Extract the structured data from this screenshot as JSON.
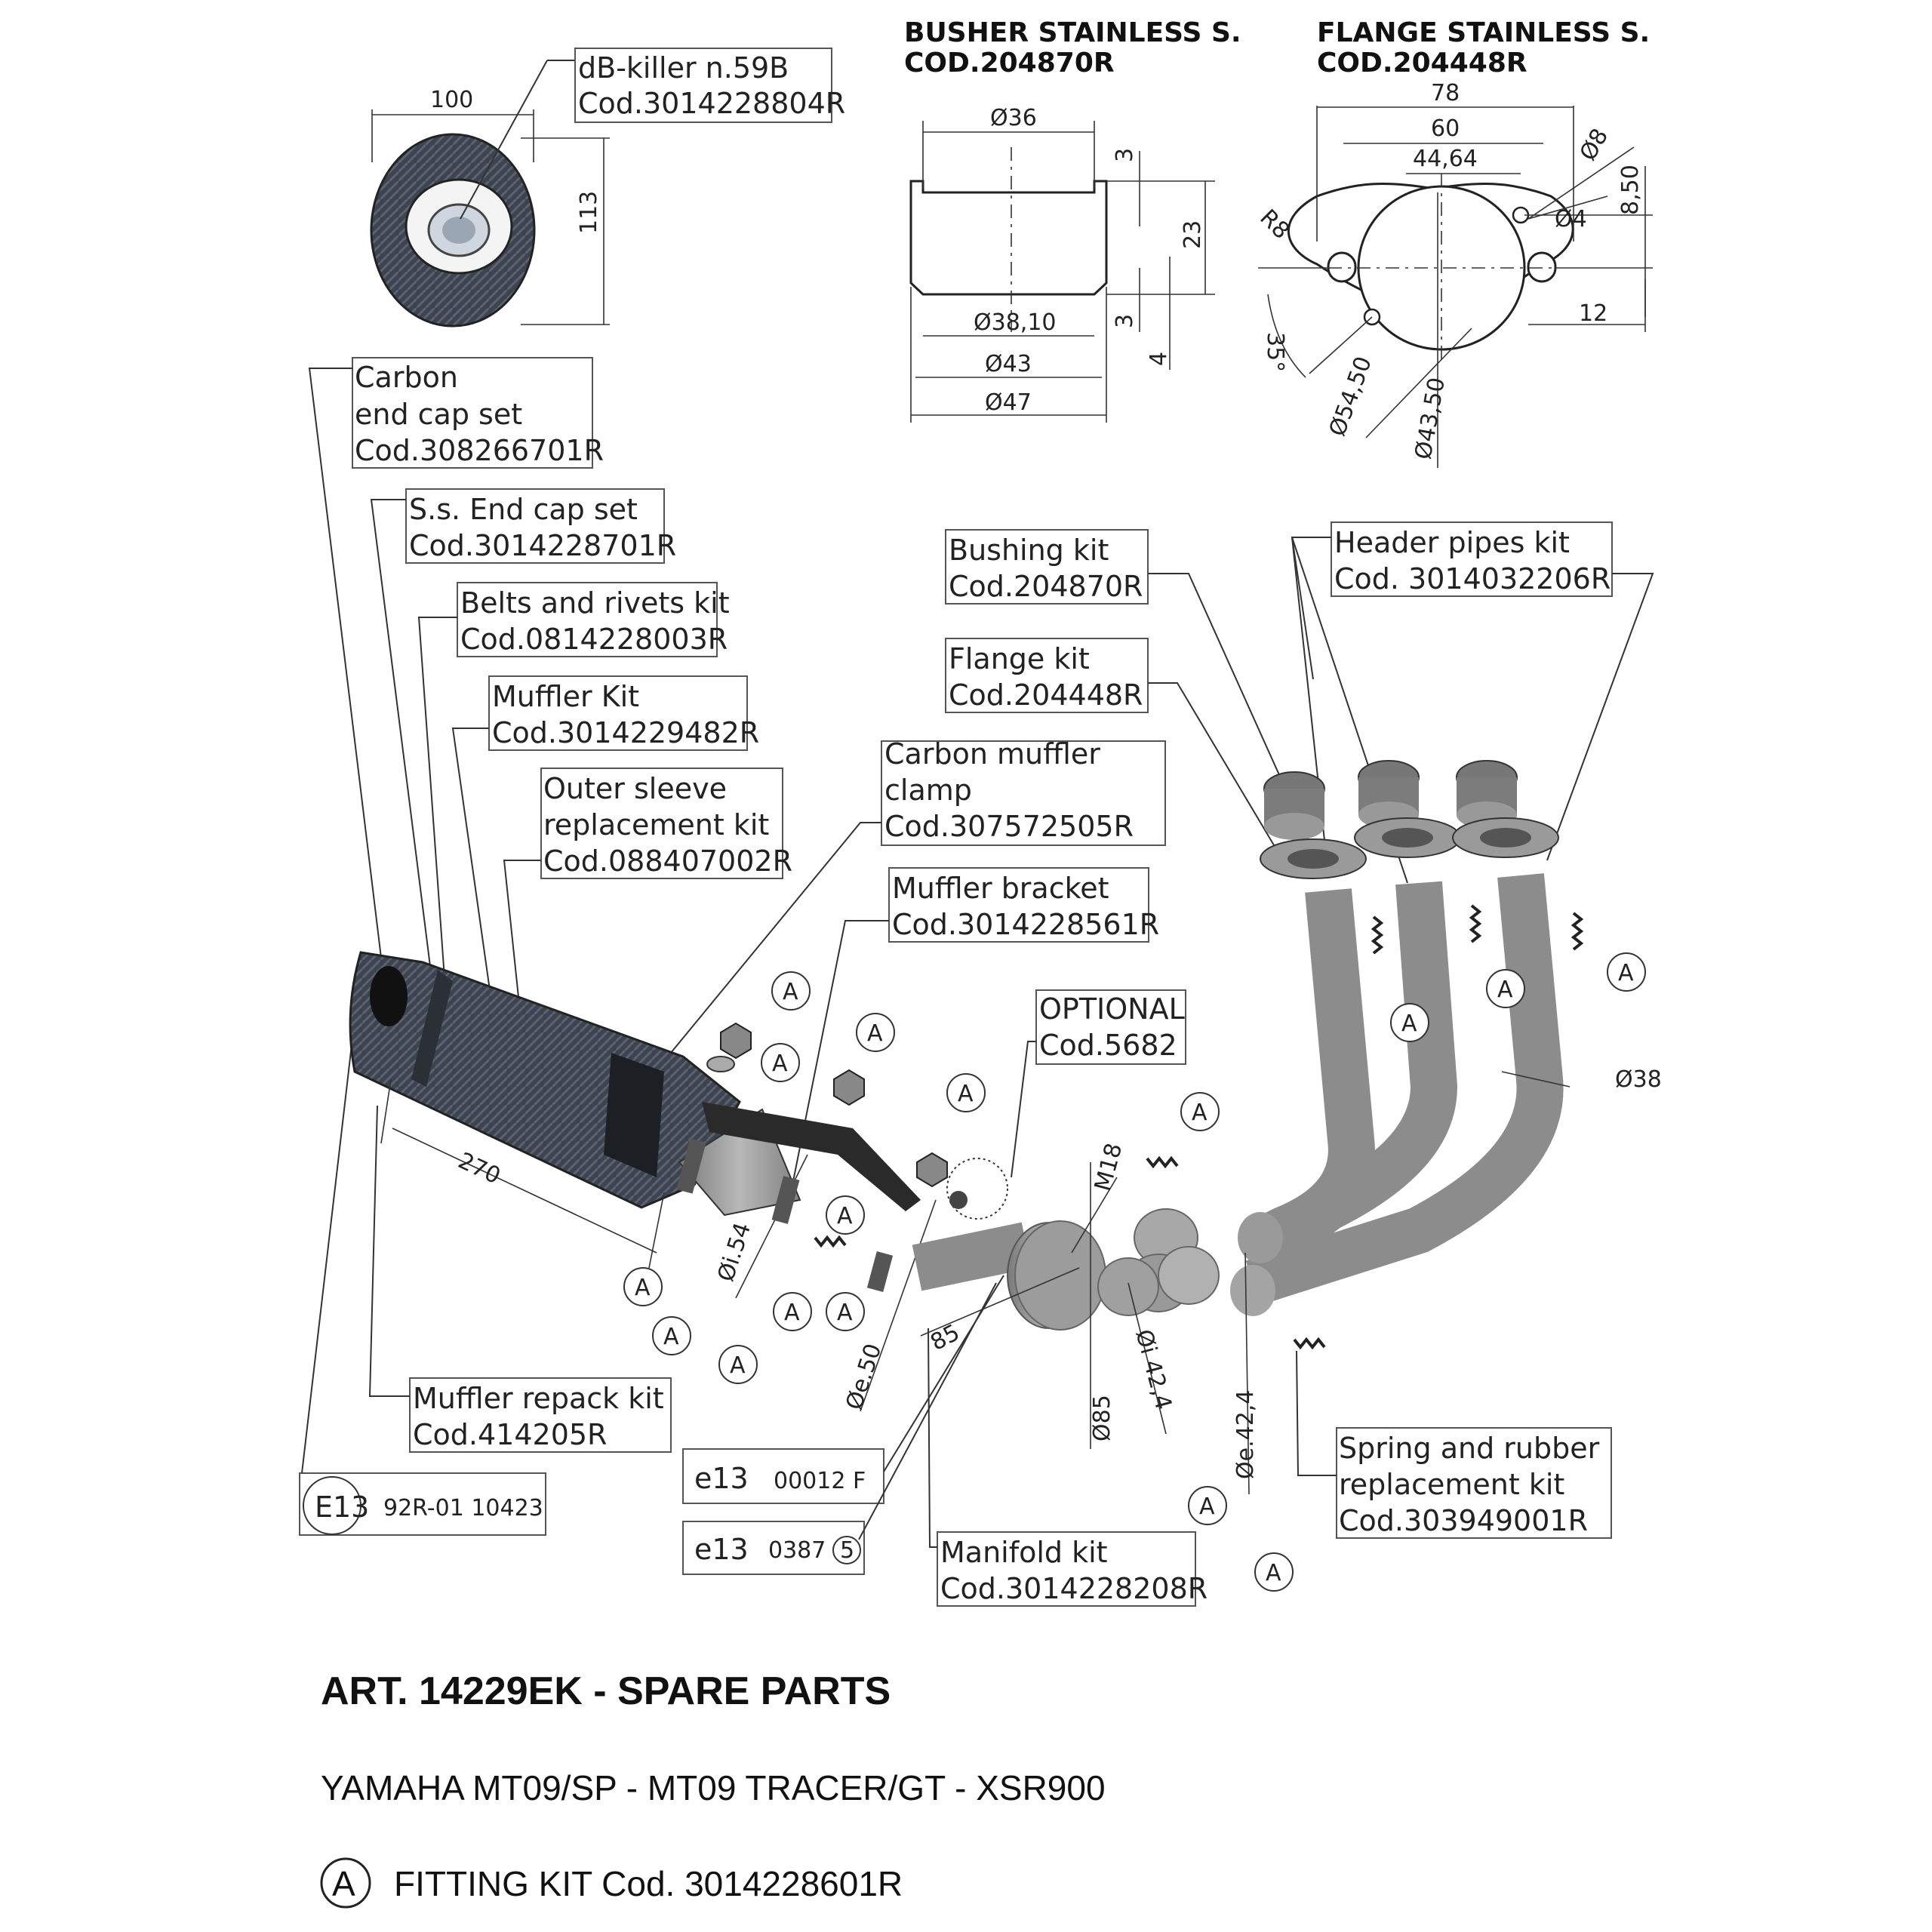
{
  "labels": {
    "dbkiller": [
      "dB-killer n.59B",
      "Cod.3014228804R"
    ],
    "carbon_end": [
      "Carbon",
      "end cap set",
      "Cod.308266701R"
    ],
    "ss_end": [
      "S.s. End cap set",
      "Cod.3014228701R"
    ],
    "belts": [
      "Belts and rivets kit",
      "Cod.0814228003R"
    ],
    "muffler": [
      "Muffler Kit",
      "Cod.3014229482R"
    ],
    "sleeve": [
      "Outer sleeve",
      "replacement kit",
      "Cod.088407002R"
    ],
    "clamp": [
      "Carbon muffler",
      "clamp",
      "Cod.307572505R"
    ],
    "bracket": [
      "Muffler bracket",
      "Cod.3014228561R"
    ],
    "optional": [
      "OPTIONAL",
      "Cod.5682"
    ],
    "bushing": [
      "Bushing kit",
      "Cod.204870R"
    ],
    "flange": [
      "Flange kit",
      "Cod.204448R"
    ],
    "header": [
      "Header pipes kit",
      "Cod. 3014032206R"
    ],
    "repack": [
      "Muffler repack kit",
      "Cod.414205R"
    ],
    "spring": [
      "Spring and rubber",
      "replacement kit",
      "Cod.303949001R"
    ],
    "manifold": [
      "Manifold kit",
      "Cod.3014228208R"
    ]
  },
  "homologation": {
    "e13a_mark": "E13",
    "e13a_code": "92R-01 10423",
    "e13b_mark": "e13",
    "e13b_code": "00012 F",
    "e13c_mark": "e13",
    "e13c_code": "0387",
    "e13c_circle": "5"
  },
  "busher": {
    "title": [
      "BUSHER STAINLESS S.",
      "COD.204870R"
    ],
    "dims": {
      "d36": "Ø36",
      "d3810": "Ø38,10",
      "d43": "Ø43",
      "d47": "Ø47",
      "h3a": "3",
      "h23": "23",
      "h3b": "3",
      "h4": "4"
    }
  },
  "flange_drawing": {
    "title": [
      "FLANGE STAINLESS S.",
      "COD.204448R"
    ],
    "dims": {
      "w78": "78",
      "w60": "60",
      "w4464": "44,64",
      "d8": "Ø8",
      "d4": "Ø4",
      "h850": "8,50",
      "r8": "R8",
      "a35": "35°",
      "w12": "12",
      "d5450": "Ø54,50",
      "d4350": "Ø43,50"
    }
  },
  "end_cap_dims": {
    "w100": "100",
    "h113": "113"
  },
  "assembly_dims": {
    "d270": "270",
    "i54": "Øi.54",
    "e50": "Øe.50",
    "d85a": "85",
    "d85b": "Ø85",
    "m18": "M18",
    "i424": "Øi 42,4",
    "e424": "Øe.42,4",
    "d38": "Ø38"
  },
  "fitting_marker": "A",
  "footer": {
    "title": "ART. 14229EK - SPARE PARTS",
    "models": "YAMAHA MT09/SP - MT09 TRACER/GT - XSR900",
    "fitting": "FITTING KIT Cod. 3014228601R"
  }
}
